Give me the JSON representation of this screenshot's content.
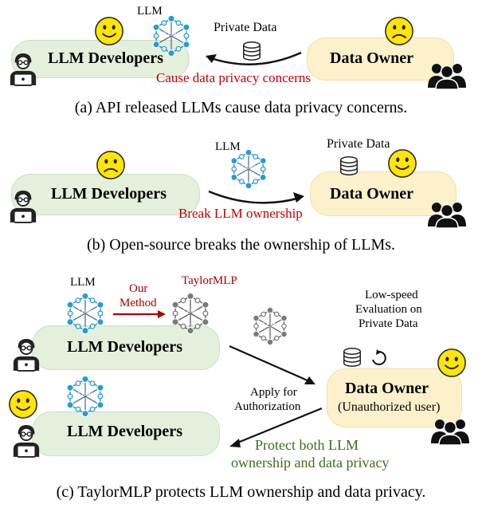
{
  "panel_a": {
    "llm_label": "LLM",
    "llms_icon": "LLMs",
    "developers": "LLM Developers",
    "data_owner": "Data Owner",
    "private_data": "Private Data",
    "concern": "Cause data privacy concerns",
    "caption": "(a)  API released LLMs cause data privacy concerns."
  },
  "panel_b": {
    "llm_label": "LLM",
    "llms_icon": "LLMs",
    "developers": "LLM Developers",
    "data_owner": "Data Owner",
    "private_data": "Private Data",
    "break": "Break LLM ownership",
    "caption": "(b)  Open-source breaks the ownership of LLMs."
  },
  "panel_c": {
    "llm_label": "LLM",
    "llms_icon": "LLMs",
    "our": "Our",
    "method": "Method",
    "taylormlp": "TaylorMLP",
    "developers_top": "LLM Developers",
    "developers_bottom": "LLM Developers",
    "eval_line1": "Low-speed",
    "eval_line2": "Evaluation on",
    "eval_line3": "Private Data",
    "apply_line1": "Apply for",
    "apply_line2": "Authorization",
    "data_owner": "Data Owner",
    "unauthorized": "(Unauthorized user)",
    "protect_line1": "Protect both LLM",
    "protect_line2": "ownership and data privacy",
    "caption": "(c)  TaylorMLP protects LLM ownership and data privacy."
  },
  "colors": {
    "developer_box": "#e4efdc",
    "owner_box": "#fdf1cc",
    "llm_node": "#1f9fd8",
    "llm_center": "#19b2ec",
    "taylor_center": "#8a8a8a",
    "concern_red": "#c00000",
    "protect_green": "#3b6e1e",
    "face_yellow": "#ffe600"
  },
  "icons": [
    "happy-face-icon",
    "sad-face-icon",
    "network-icon",
    "database-icon",
    "developer-icon",
    "users-icon",
    "refresh-icon"
  ]
}
